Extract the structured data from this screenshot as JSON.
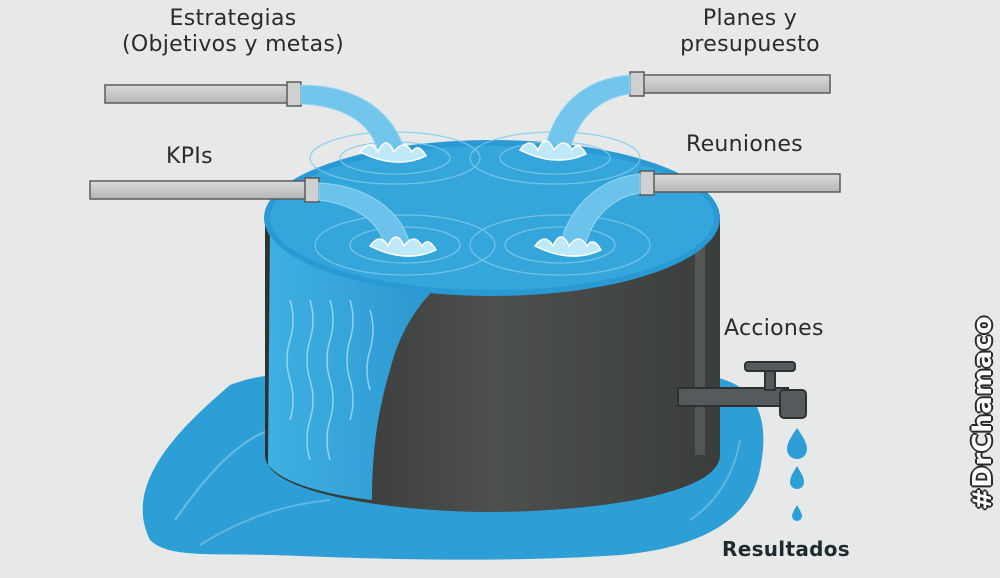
{
  "labels": {
    "estrategias_line1": "Estrategias",
    "estrategias_line2": "(Objetivos y metas)",
    "planes_line1": "Planes y",
    "planes_line2": "presupuesto",
    "kpis": "KPIs",
    "reuniones": "Reuniones",
    "acciones": "Acciones",
    "resultados": "Resultados"
  },
  "watermark": "#DrChamaco",
  "colors": {
    "background": "#e7e9e9",
    "water": "#2e9fd6",
    "water_light": "#8fd2f0",
    "tank": "#4a4d4b",
    "pipe": "#c9c9c9",
    "faucet": "#555a5c"
  }
}
